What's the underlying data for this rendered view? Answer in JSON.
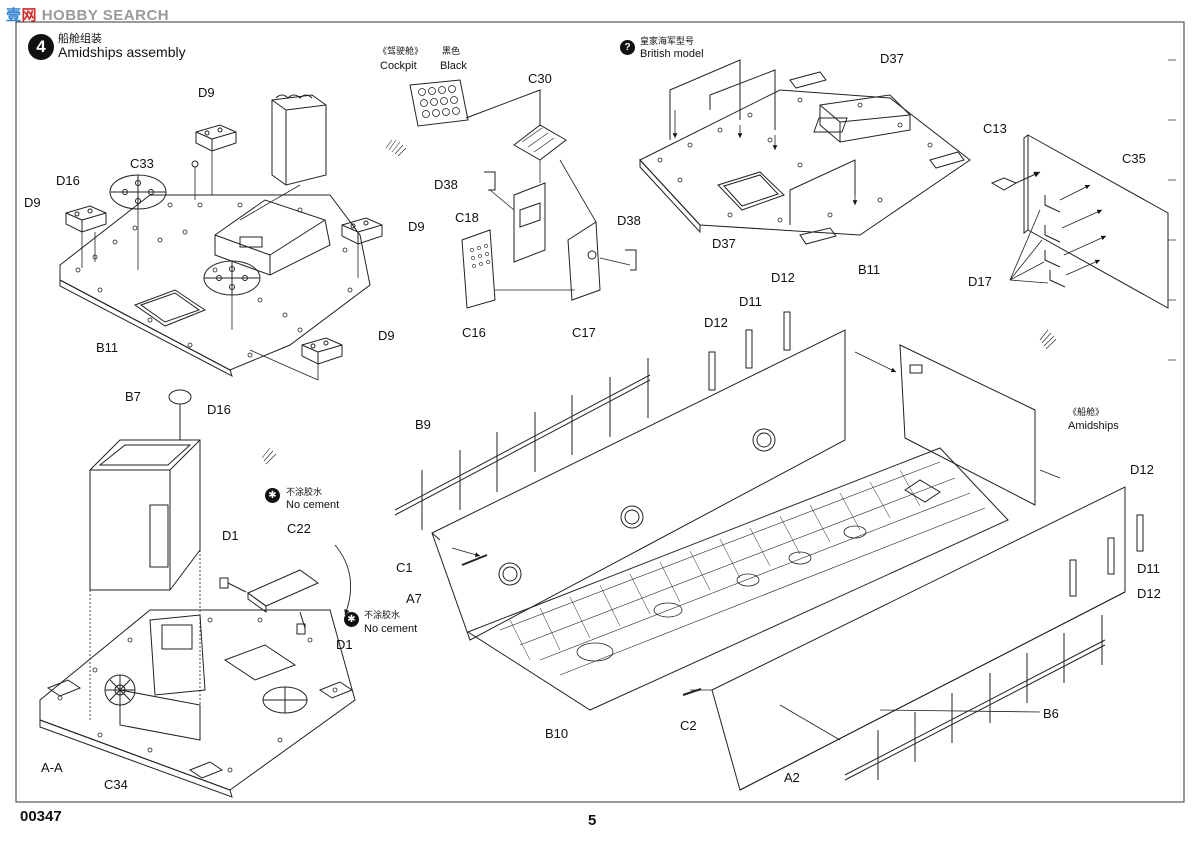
{
  "watermark": {
    "part_a": "壹",
    "part_b": "网",
    "part_c": "HOBBY SEARCH"
  },
  "step": {
    "number": "4",
    "title_cn": "船舱组装",
    "title_en": "Amidships assembly"
  },
  "notes": {
    "cockpit_cn": "《驾驶舱》",
    "cockpit_en": "Cockpit",
    "black_cn": "黑色",
    "black_en": "Black",
    "british_cn": "皇家海军型号",
    "british_en": "British model",
    "british_icon": "question-mark",
    "no_cement_cn": "不涂胶水",
    "no_cement_en": "No cement",
    "no_cement_icon": "glue-cross",
    "amidships_cn": "《船舱》",
    "amidships_en": "Amidships"
  },
  "labels": {
    "d9_a": "D9",
    "d9_b": "D9",
    "d9_c": "D9",
    "d9_d": "D9",
    "c33": "C33",
    "d16_a": "D16",
    "d16_b": "D16",
    "b11_a": "B11",
    "b11_b": "B11",
    "b7": "B7",
    "c30": "C30",
    "d38_a": "D38",
    "d38_b": "D38",
    "c18": "C18",
    "c16": "C16",
    "c17": "C17",
    "d37_a": "D37",
    "d37_b": "D37",
    "c13": "C13",
    "c35": "C35",
    "d17": "D17",
    "d12_a": "D12",
    "d12_b": "D12",
    "d12_c": "D12",
    "d12_d": "D12",
    "d11_a": "D11",
    "d11_b": "D11",
    "b9": "B9",
    "c1": "C1",
    "a7": "A7",
    "d1_a": "D1",
    "d1_b": "D1",
    "c22": "C22",
    "b10": "B10",
    "c2": "C2",
    "b6": "B6",
    "a2": "A2",
    "aa": "A-A",
    "c34": "C34"
  },
  "footer": {
    "code": "00347",
    "page": "5"
  }
}
